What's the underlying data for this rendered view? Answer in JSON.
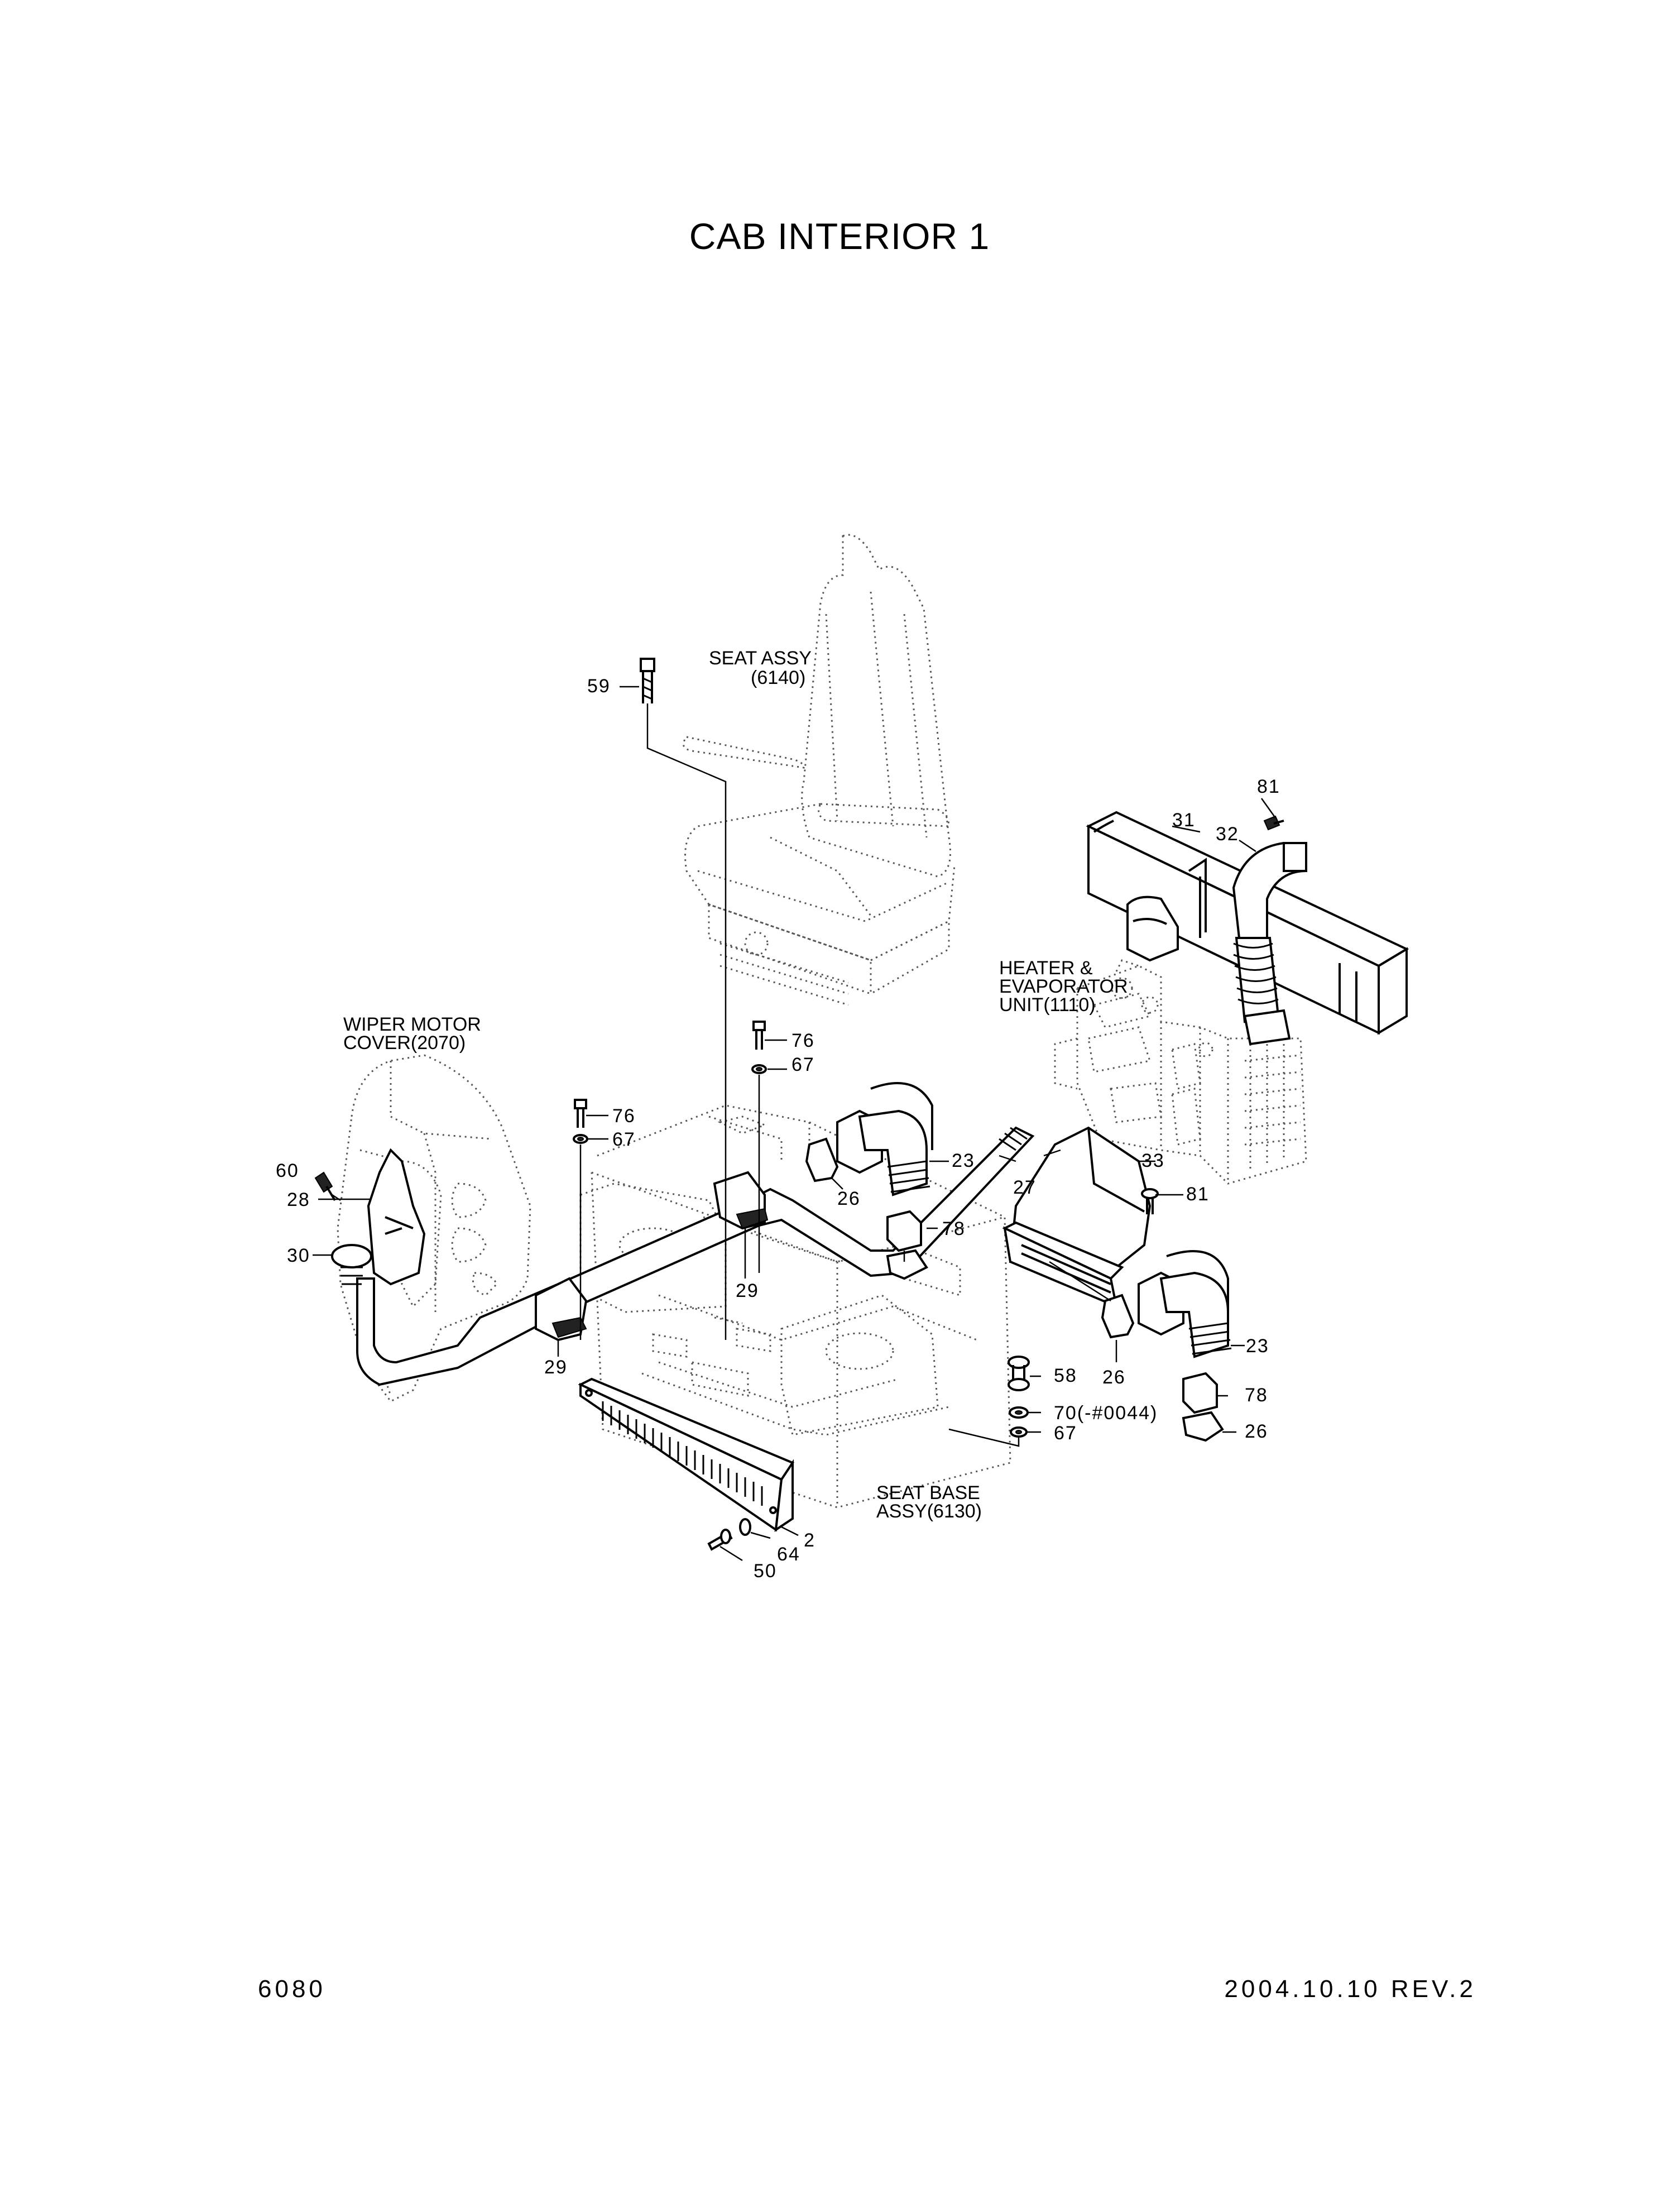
{
  "title": "CAB INTERIOR 1",
  "footer": {
    "page_number": "6080",
    "revision": "2004.10.10  REV.2"
  },
  "assemblies": {
    "seat_assy": {
      "line1": "SEAT ASSY",
      "line2": "(6140)"
    },
    "heater_unit": {
      "line1": "HEATER &",
      "line2": "EVAPORATOR",
      "line3": "UNIT(1110)"
    },
    "wiper_cover": {
      "line1": "WIPER MOTOR",
      "line2": "COVER(2070)"
    },
    "seat_base": {
      "line1": "SEAT BASE",
      "line2": "ASSY(6130)"
    }
  },
  "callouts": {
    "c59": "59",
    "c81a": "81",
    "c31": "31",
    "c32": "32",
    "c76a": "76",
    "c67a": "67",
    "c76b": "76",
    "c67b": "67",
    "c23a": "23",
    "c26a": "26",
    "c27": "27",
    "c33": "33",
    "c81b": "81",
    "c78a": "78",
    "c60": "60",
    "c28": "28",
    "c30": "30",
    "c29a": "29",
    "c29b": "29",
    "c23b": "23",
    "c26b": "26",
    "c58": "58",
    "c70": "70(-#0044)",
    "c67c": "67",
    "c78b": "78",
    "c26c": "26",
    "c2": "2",
    "c64": "64",
    "c50": "50"
  }
}
